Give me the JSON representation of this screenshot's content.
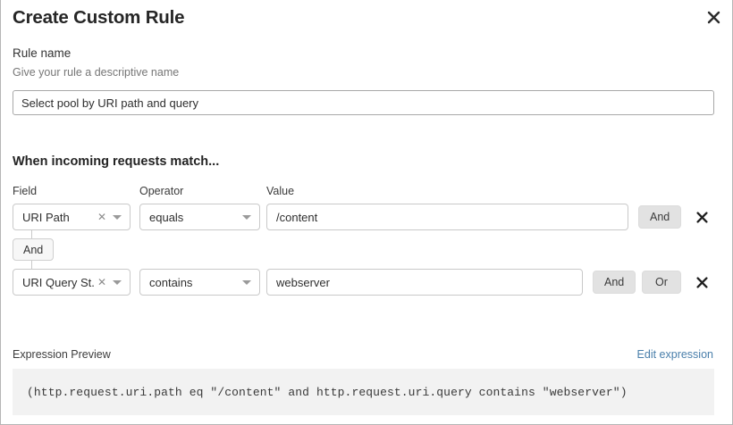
{
  "dialog": {
    "title": "Create Custom Rule",
    "close_icon": "close-icon"
  },
  "rule_name": {
    "label": "Rule name",
    "help": "Give your rule a descriptive name",
    "value": "Select pool by URI path and query",
    "placeholder": ""
  },
  "match_section": {
    "heading": "When incoming requests match...",
    "columns": {
      "field": "Field",
      "operator": "Operator",
      "value": "Value"
    },
    "connector": {
      "label": "And"
    },
    "rows": [
      {
        "field": "URI Path",
        "operator": "equals",
        "value": "/content",
        "buttons": [
          "And"
        ],
        "has_or": false,
        "delete_label": "✕"
      },
      {
        "field": "URI Query St...",
        "operator": "contains",
        "value": "webserver",
        "buttons": [
          "And",
          "Or"
        ],
        "has_or": true,
        "delete_label": "✕"
      }
    ]
  },
  "expression_preview": {
    "label": "Expression Preview",
    "edit_link": "Edit expression",
    "expression": "(http.request.uri.path eq \"/content\" and http.request.uri.query contains \"webserver\")"
  },
  "colors": {
    "link": "#4a7fab",
    "button_bg": "#e2e2e2",
    "code_bg": "#f2f2f2",
    "border": "#c9c9c9"
  }
}
